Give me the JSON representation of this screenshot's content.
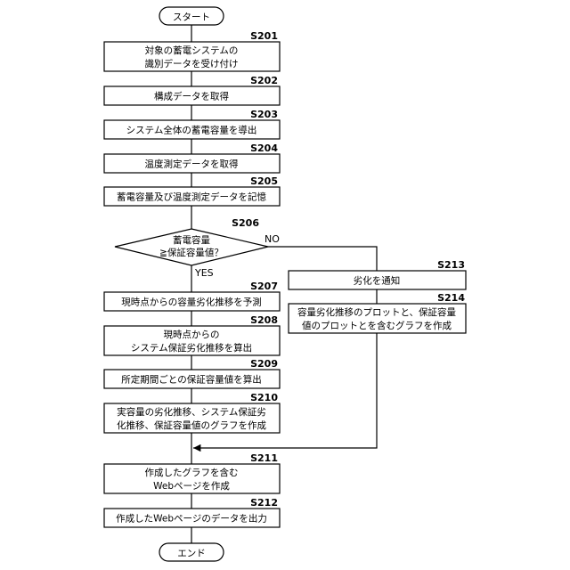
{
  "flowchart": {
    "start": "スタート",
    "end": "エンド",
    "s201": {
      "id": "S201",
      "lines": [
        "対象の蓄電システムの",
        "識別データを受け付け"
      ]
    },
    "s202": {
      "id": "S202",
      "lines": [
        "構成データを取得"
      ]
    },
    "s203": {
      "id": "S203",
      "lines": [
        "システム全体の蓄電容量を導出"
      ]
    },
    "s204": {
      "id": "S204",
      "lines": [
        "温度測定データを取得"
      ]
    },
    "s205": {
      "id": "S205",
      "lines": [
        "蓄電容量及び温度測定データを記憶"
      ]
    },
    "s206": {
      "id": "S206",
      "lines": [
        "蓄電容量",
        "≧保証容量値？"
      ],
      "yes": "YES",
      "no": "NO"
    },
    "s207": {
      "id": "S207",
      "lines": [
        "現時点からの容量劣化推移を予測"
      ]
    },
    "s208": {
      "id": "S208",
      "lines": [
        "現時点からの",
        "システム保証劣化推移を算出"
      ]
    },
    "s209": {
      "id": "S209",
      "lines": [
        "所定期間ごとの保証容量値を算出"
      ]
    },
    "s210": {
      "id": "S210",
      "lines": [
        "実容量の劣化推移、システム保証劣",
        "化推移、保証容量値のグラフを作成"
      ]
    },
    "s211": {
      "id": "S211",
      "lines": [
        "作成したグラフを含む",
        "Webページを作成"
      ]
    },
    "s212": {
      "id": "S212",
      "lines": [
        "作成したWebページのデータを出力"
      ]
    },
    "s213": {
      "id": "S213",
      "lines": [
        "劣化を通知"
      ]
    },
    "s214": {
      "id": "S214",
      "lines": [
        "容量劣化推移のプロットと、保証容量",
        "値のプロットとを含むグラフを作成"
      ]
    }
  }
}
